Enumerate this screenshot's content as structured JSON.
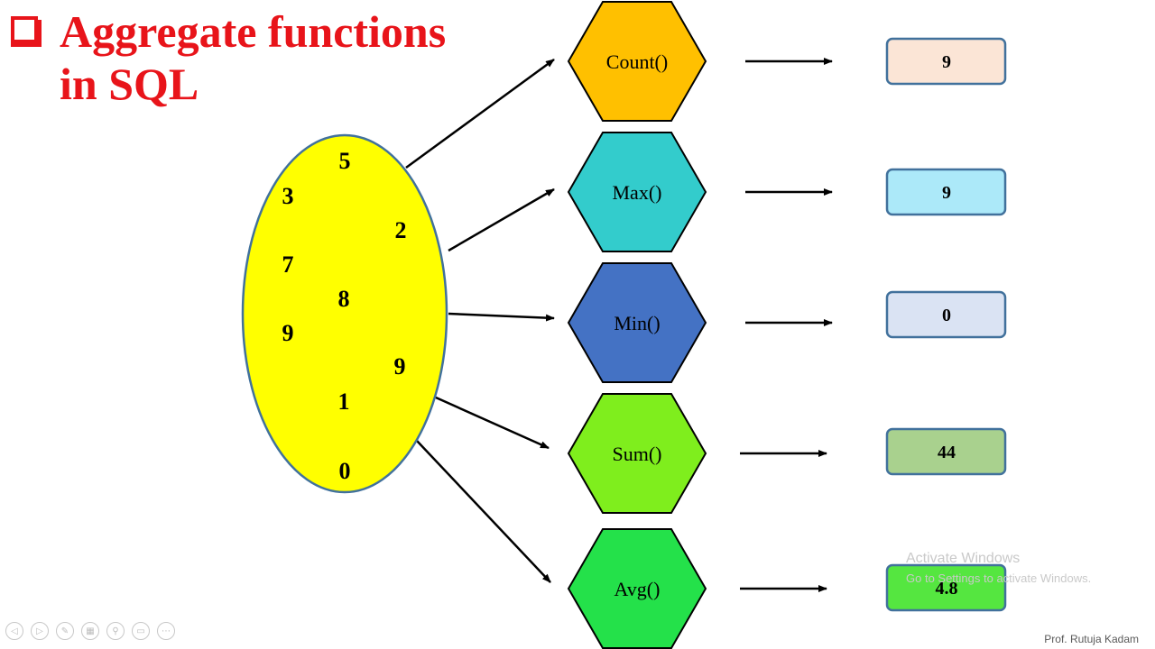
{
  "slide": {
    "title_line1": "Aggregate functions",
    "title_line2": "in SQL",
    "author": "Prof. Rutuja Kadam"
  },
  "input_set": {
    "fill": "#ffff00",
    "stroke": "#41719c",
    "values": [
      "5",
      "3",
      "2",
      "7",
      "8",
      "9",
      "9",
      "1",
      "0"
    ]
  },
  "functions": [
    {
      "label": "Count()",
      "fill": "#ffc000",
      "result": "9",
      "result_fill": "#fbe5d6"
    },
    {
      "label": "Max()",
      "fill": "#33cccc",
      "result": "9",
      "result_fill": "#ace9f9"
    },
    {
      "label": "Min()",
      "fill": "#4472c4",
      "result": "0",
      "result_fill": "#dae3f3"
    },
    {
      "label": "Sum()",
      "fill": "#7fee1d",
      "result": "44",
      "result_fill": "#a9d18e"
    },
    {
      "label": "Avg()",
      "fill": "#24e14a",
      "result": "4.8",
      "result_fill": "#55e640"
    }
  ],
  "watermark": {
    "line1": "Activate Windows",
    "line2": "Go to Settings to activate Windows."
  },
  "toolbar": {
    "icons": [
      "previous-icon",
      "next-icon",
      "pen-icon",
      "slides-icon",
      "zoom-icon",
      "subtitles-icon",
      "more-icon"
    ],
    "glyphs": [
      "◁",
      "▷",
      "✎",
      "▦",
      "⚲",
      "▭",
      "⋯"
    ]
  }
}
